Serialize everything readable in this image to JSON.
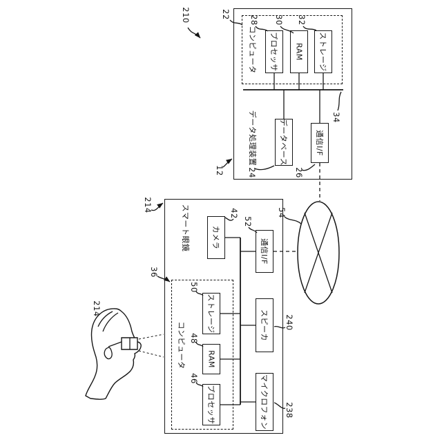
{
  "figure": {
    "refs": {
      "system": "210",
      "dpd": "12",
      "dpd_computer": "22",
      "dpd_processor": "28",
      "dpd_ram": "30",
      "dpd_storage": "32",
      "dpd_bus": "34",
      "database": "24",
      "dpd_comm": "26",
      "network": "54",
      "glasses": "214",
      "glasses_computer": "36",
      "camera": "42",
      "glasses_comm": "52",
      "glasses_storage": "50",
      "glasses_ram": "48",
      "glasses_processor": "46",
      "speaker": "240",
      "microphone": "238",
      "user_glasses": "214"
    },
    "labels": {
      "dpd": "データ処理装置",
      "computer": "コンピュータ",
      "processor": "プロセッサ",
      "ram": "RAM",
      "storage": "ストレージ",
      "database": "データベース",
      "comm_if": "通信I/F",
      "smart_glasses": "スマート眼鏡",
      "camera": "カメラ",
      "speaker": "スピーカ",
      "microphone": "マイクロフォン"
    },
    "colors": {
      "line": "#161616",
      "background": "#ffffff"
    }
  }
}
